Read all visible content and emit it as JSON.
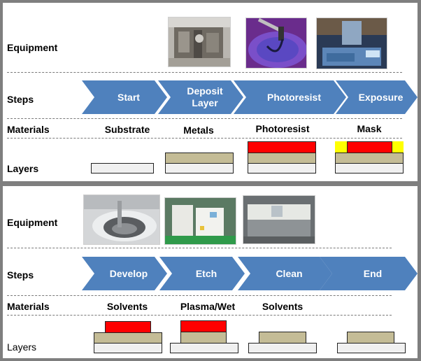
{
  "colors": {
    "chevron": "#4f81bd",
    "substrate": "#f0f0f0",
    "metal": "#c4bc96",
    "photoresist": "#ff0000",
    "mask": "#ffff00",
    "frame": "#7f7f7f"
  },
  "panels": [
    {
      "row_labels": {
        "equipment": "Equipment",
        "steps": "Steps",
        "materials": "Materials",
        "layers": "Layers"
      },
      "equipment_images": [
        {
          "icon": "deposition-machine-photo",
          "description": "Deposition equipment"
        },
        {
          "icon": "wafer-spin-coater-photo",
          "description": "Photoresist coating wafer"
        },
        {
          "icon": "exposure-tool-photo",
          "description": "Exposure tool"
        }
      ],
      "steps": [
        "Start",
        "Deposit Layer",
        "Photoresist",
        "Exposure"
      ],
      "materials": [
        "Substrate",
        "Metals",
        "Photoresist",
        "Mask"
      ],
      "layer_stacks": [
        [
          "substrate"
        ],
        [
          "substrate",
          "metal"
        ],
        [
          "substrate",
          "metal",
          "photoresist"
        ],
        [
          "substrate",
          "metal",
          "photoresist-with-mask"
        ]
      ]
    },
    {
      "row_labels": {
        "equipment": "Equipment",
        "steps": "Steps",
        "materials": "Materials",
        "layers": "Layers"
      },
      "equipment_images": [
        {
          "icon": "developer-bowl-photo",
          "description": "Developer bowl"
        },
        {
          "icon": "etch-system-photo",
          "description": "Etch system"
        },
        {
          "icon": "wet-bench-photo",
          "description": "Wet cleaning bench"
        }
      ],
      "steps": [
        "Develop",
        "Etch",
        "Clean",
        "End"
      ],
      "materials": [
        "Solvents",
        "Plasma/Wet",
        "Solvents",
        ""
      ],
      "layer_stacks": [
        [
          "substrate",
          "metal",
          "patterned-photoresist"
        ],
        [
          "substrate",
          "etched-metal",
          "patterned-photoresist"
        ],
        [
          "substrate",
          "etched-metal"
        ],
        [
          "substrate",
          "etched-metal"
        ]
      ]
    }
  ]
}
